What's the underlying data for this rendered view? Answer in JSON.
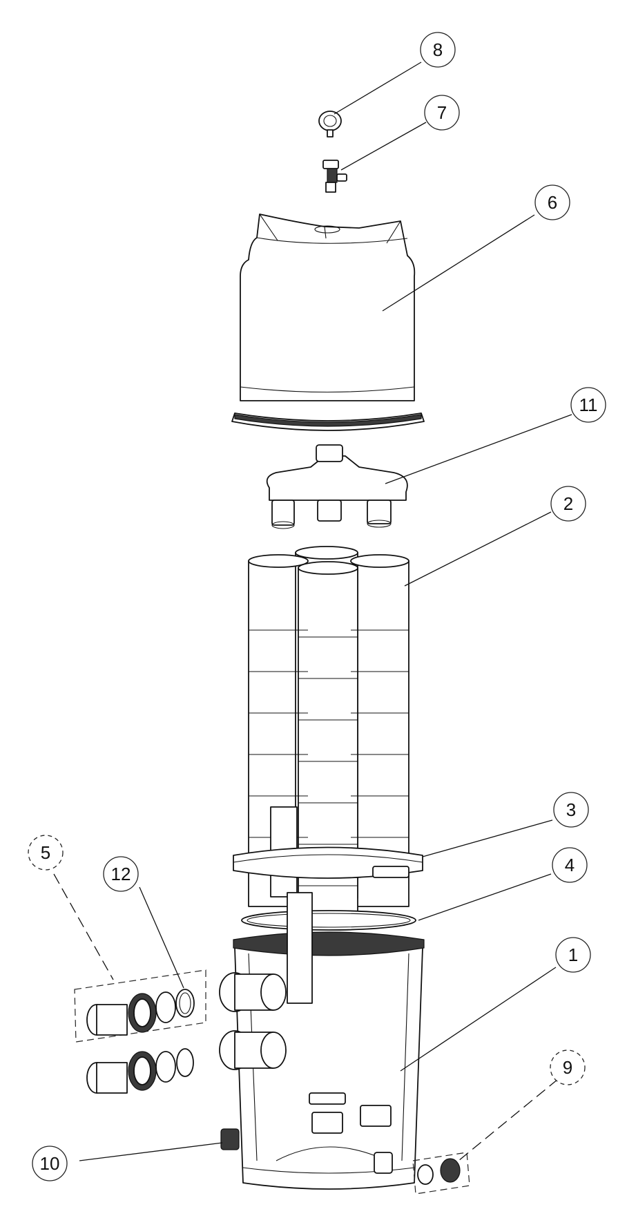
{
  "callouts": [
    {
      "id": "8",
      "label": "8"
    },
    {
      "id": "7",
      "label": "7"
    },
    {
      "id": "6",
      "label": "6"
    },
    {
      "id": "11",
      "label": "11"
    },
    {
      "id": "2",
      "label": "2"
    },
    {
      "id": "3",
      "label": "3"
    },
    {
      "id": "4",
      "label": "4"
    },
    {
      "id": "5",
      "label": "5",
      "dashed": true
    },
    {
      "id": "12",
      "label": "12"
    },
    {
      "id": "1",
      "label": "1"
    },
    {
      "id": "9",
      "label": "9",
      "dashed": true
    },
    {
      "id": "10",
      "label": "10"
    }
  ],
  "parts": {
    "p1": "tank body",
    "p2": "filter cartridges",
    "p3": "clamp ring",
    "p4": "tank o-ring",
    "p5": "union fitting kit",
    "p6": "tank lid",
    "p7": "air relief valve",
    "p8": "pressure gauge",
    "p9": "drain plug kit",
    "p10": "drain plug",
    "p11": "manifold",
    "p12": "union o-ring"
  }
}
